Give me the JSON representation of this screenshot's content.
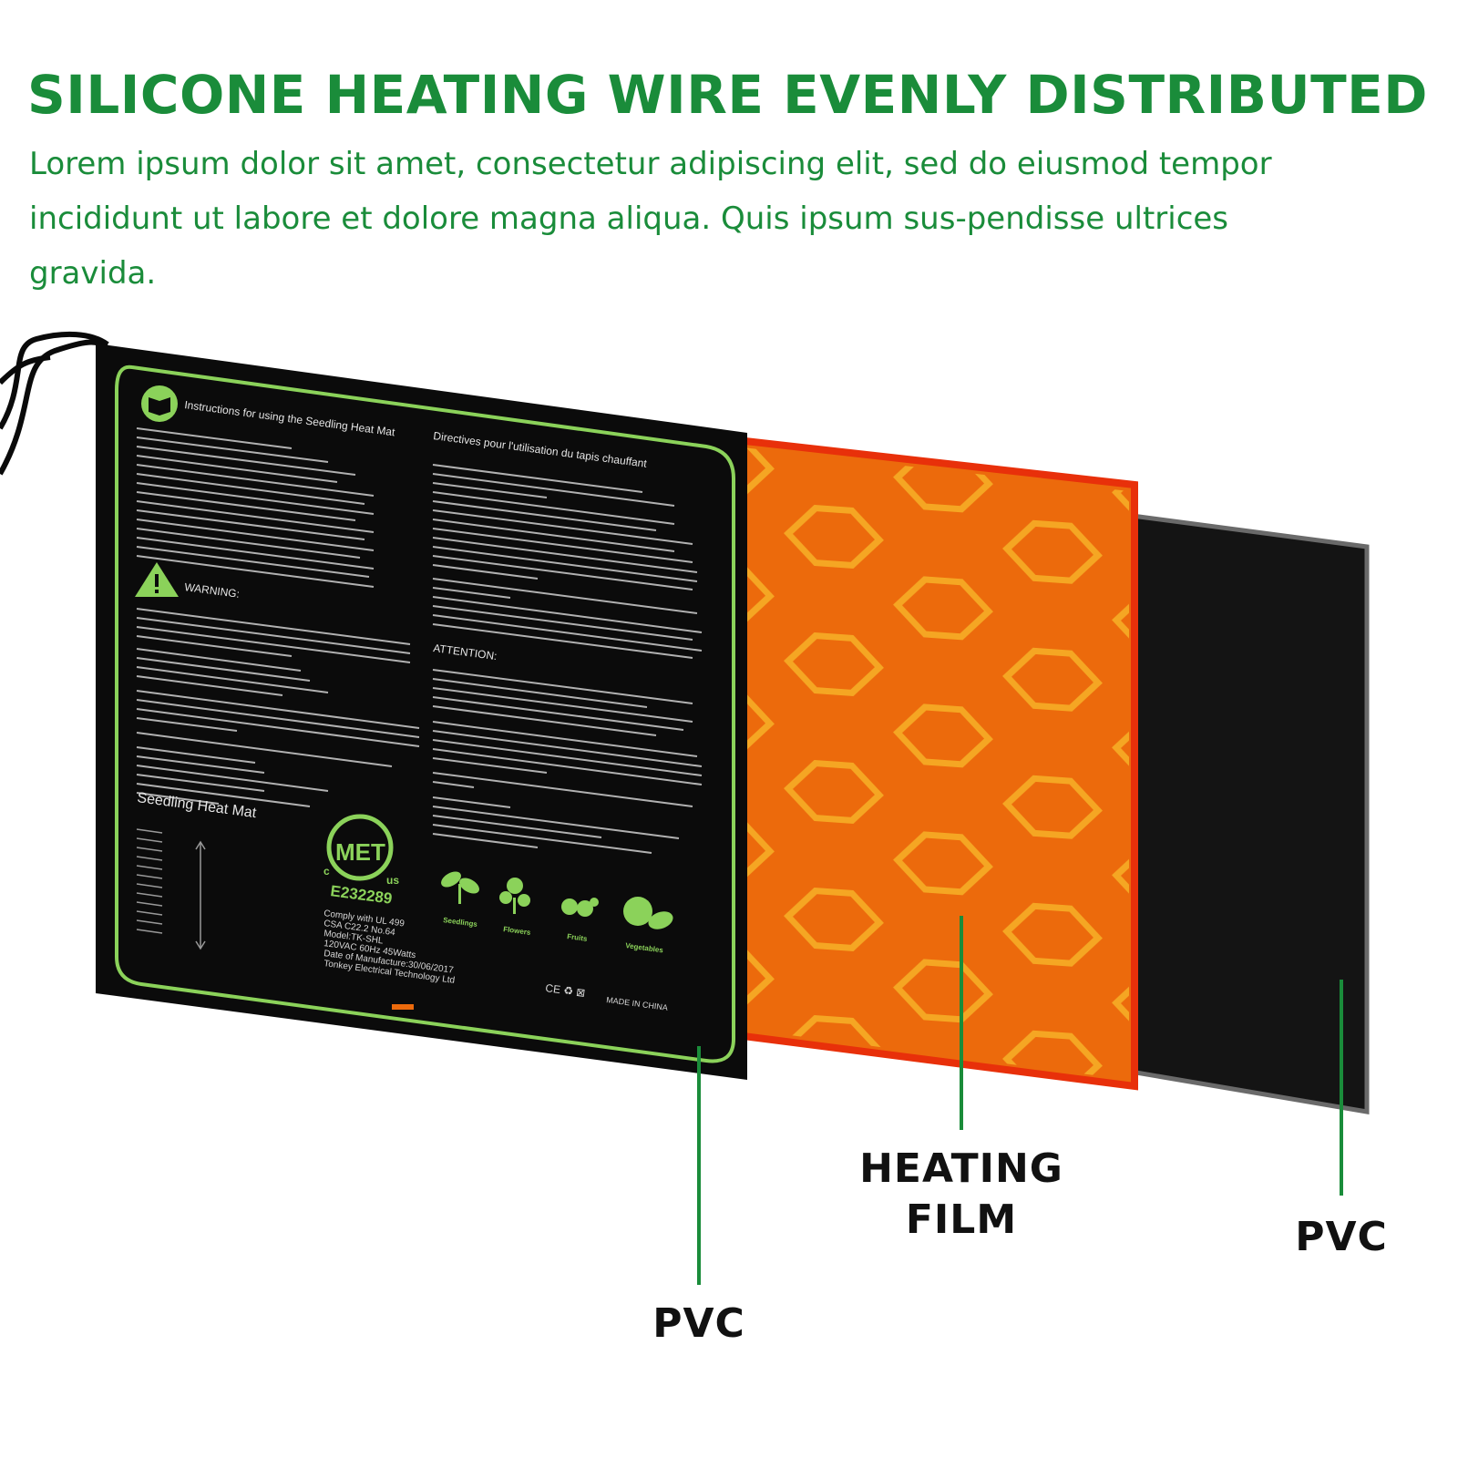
{
  "header": {
    "title": "SILICONE HEATING WIRE EVENLY DISTRIBUTED",
    "description": "Lorem ipsum dolor sit amet, consectetur adipiscing elit, sed do eiusmod tempor incididunt ut labore et dolore magna aliqua. Quis ipsum sus-pendisse ultrices gravida."
  },
  "layers": {
    "front_label": "PVC",
    "middle_label_line1": "HEATING",
    "middle_label_line2": "FILM",
    "back_label": "PVC"
  },
  "mat": {
    "instructions_title": "Instructions for using the Seedling Heat Mat",
    "warning_title": "WARNING:",
    "french_title": "Directives pour l'utilisation du tapis chauffant",
    "attention_title": "ATTENTION:",
    "product_name": "Seedling Heat Mat",
    "cert_mark": "MET",
    "cert_c": "c",
    "cert_us": "us",
    "cert_number": "E232289",
    "spec_lines": [
      "Comply with UL 499",
      "CSA C22.2 No.64",
      "Model:TK-SHL",
      "120VAC 60Hz 45Watts",
      "Date of Manufacture:30/06/2017",
      "Tonkey Electrical Technology Ltd"
    ],
    "icon_labels": [
      "Seedlings",
      "Flowers",
      "Fruits",
      "Vegetables"
    ],
    "made_in": "MADE IN CHINA",
    "compliance_marks": "CE ♻ ⊠"
  },
  "colors": {
    "brand_green": "#1a8c3a",
    "mat_green": "#8bd25a",
    "heating_orange": "#ec6a0c",
    "heating_border": "#e8300a",
    "hex_line": "#f5a623",
    "pvc_black": "#141414"
  }
}
